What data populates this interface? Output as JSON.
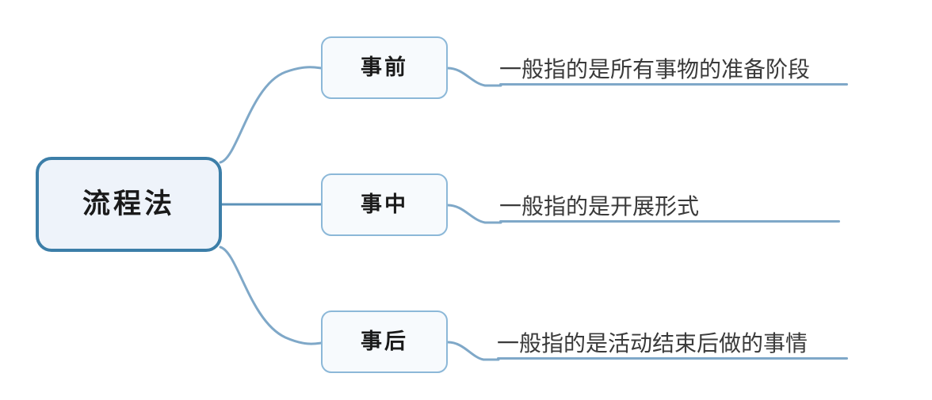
{
  "diagram": {
    "type": "mind-map",
    "title": "流程法",
    "background_color": "#ffffff",
    "root": {
      "label": "流程法",
      "border_color": "#3c7ea8",
      "fill_color": "#eef3fa",
      "text_color": "#1a1a1a"
    },
    "style": {
      "branch_border_color": "#8cb8d8",
      "branch_fill_color": "#f7fafd",
      "connector_color": "#7fa8c8",
      "underline_color": "#7fa8c8",
      "leaf_text_color": "#3a3a3a"
    },
    "branches": [
      {
        "label": "事前",
        "description": "一般指的是所有事物的准备阶段"
      },
      {
        "label": "事中",
        "description": "一般指的是开展形式"
      },
      {
        "label": "事后",
        "description": "一般指的是活动结束后做的事情"
      }
    ]
  }
}
